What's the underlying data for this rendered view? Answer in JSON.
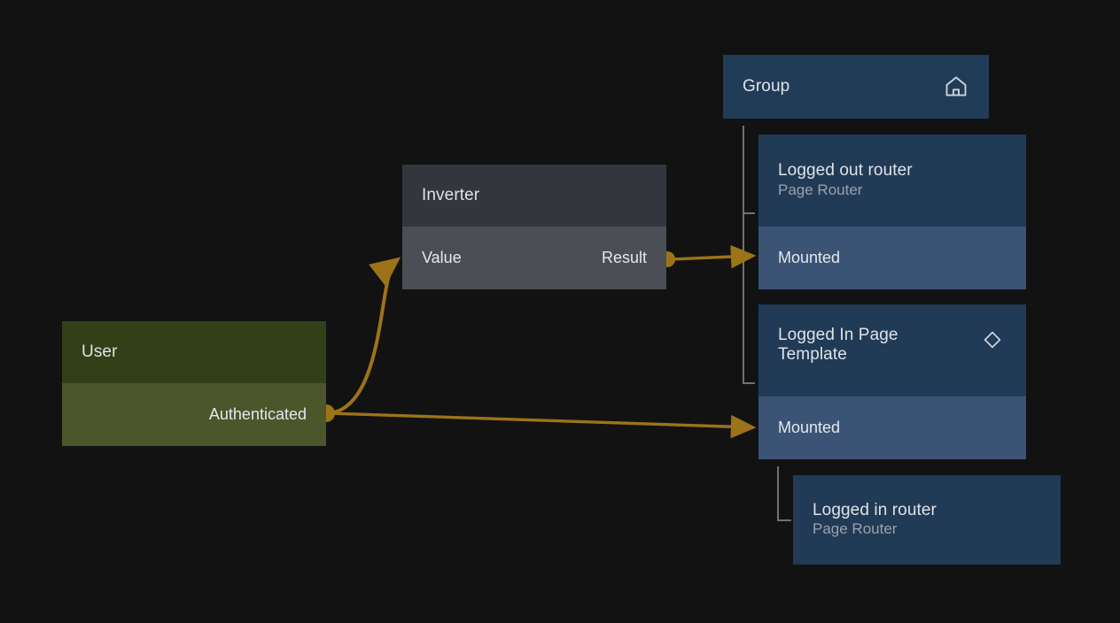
{
  "theme": {
    "background": "#121212",
    "wire_color": "#9c7418",
    "tree_line_color": "#6e7176",
    "group_header_bg": "#213c57",
    "blue_header_bg": "#213a55",
    "blue_port_bg": "#3b5375",
    "grey_header_bg": "#34363d",
    "grey_port_bg": "#4b4e55",
    "green_header_bg": "#333f16",
    "green_port_bg": "#4b562b",
    "title_color": "#dfe3e8",
    "subtitle_color": "#9aa2ad"
  },
  "nodes": {
    "group": {
      "title": "Group",
      "icon": "home-icon"
    },
    "logged_out_router": {
      "title": "Logged out router",
      "subtitle": "Page Router",
      "port": "Mounted"
    },
    "logged_in_page_template": {
      "title": "Logged In Page Template",
      "icon": "diamond-icon",
      "port": "Mounted"
    },
    "logged_in_router": {
      "title": "Logged in router",
      "subtitle": "Page Router"
    },
    "inverter": {
      "title": "Inverter",
      "input_port": "Value",
      "output_port": "Result"
    },
    "user": {
      "title": "User",
      "output_port": "Authenticated"
    }
  },
  "connections": [
    {
      "from": "user.Authenticated",
      "to": "inverter.Value"
    },
    {
      "from": "inverter.Result",
      "to": "logged_out_router.Mounted"
    },
    {
      "from": "user.Authenticated",
      "to": "logged_in_page_template.Mounted"
    }
  ]
}
